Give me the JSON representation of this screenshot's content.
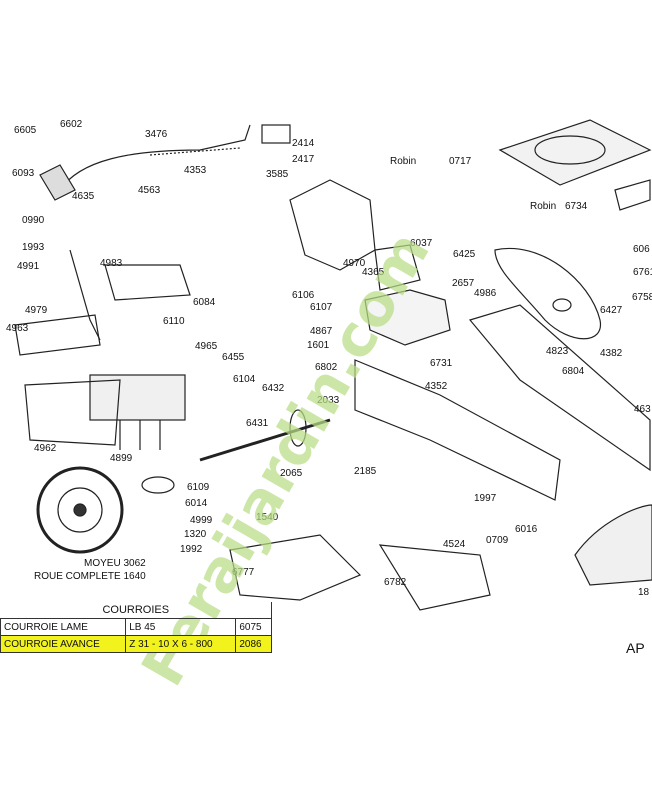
{
  "watermark": "Feraijardin.com",
  "callouts": [
    "6605",
    "6602",
    "3476",
    "2414",
    "2417",
    "6093",
    "4635",
    "4563",
    "4353",
    "3585",
    "0990",
    "Robin",
    "0717",
    "Robin",
    "6734",
    "1993",
    "4991",
    "4983",
    "6084",
    "4979",
    "6110",
    "4963",
    "4965",
    "6455",
    "6104",
    "6432",
    "4962",
    "4899",
    "6431",
    "2033",
    "2065",
    "6109",
    "6014",
    "4999",
    "1320",
    "1992",
    "1540",
    "6777",
    "6782",
    "MOYEU 3062",
    "ROUE COMPLETE 1640",
    "6037",
    "6425",
    "4970",
    "4365",
    "2657",
    "4986",
    "6106",
    "6107",
    "4867",
    "1601",
    "6731",
    "6802",
    "4352",
    "2185",
    "6427",
    "4823",
    "4382",
    "6804",
    "606",
    "6761",
    "6758",
    "463",
    "1997",
    "6016",
    "4524",
    "0709",
    "18"
  ],
  "table": {
    "title": "COURROIES",
    "rows": [
      {
        "name": "COURROIE LAME",
        "ref": "LB 45",
        "code": "6075",
        "highlight": false
      },
      {
        "name": "COURROIE AVANCE",
        "ref": "Z 31 - 10 X 6 - 800",
        "code": "2086",
        "highlight": true
      }
    ]
  },
  "page_tag": "AP",
  "colors": {
    "highlight": "#f2f21c",
    "watermark": "#b9dd86",
    "ink": "#111111"
  }
}
